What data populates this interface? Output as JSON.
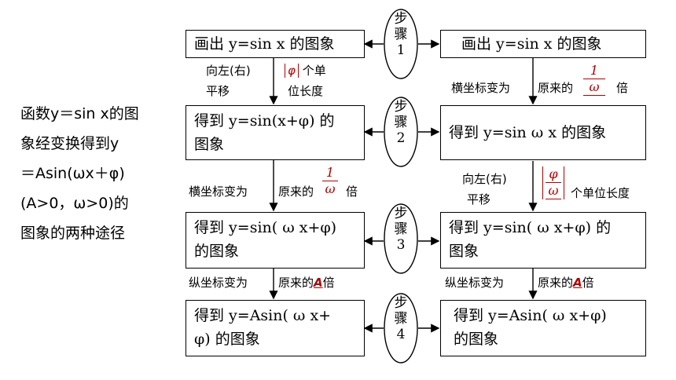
{
  "side": {
    "lines": [
      "函数y＝sin x的图",
      "象经变换得到y",
      "＝Asin(ωx＋φ)",
      "(A>0，ω>0)的",
      "图象的两种途径"
    ]
  },
  "left": {
    "box1": "画出 y=sin x 的图象",
    "box2_l1": "得到 y=sin(x+φ) 的",
    "box2_l2": "图象",
    "box3_l1": "得到 y=sin( ω x+φ)",
    "box3_l2": "的图象",
    "box4_l1": "得到 y=Asin( ω x+",
    "box4_l2": "φ) 的图象",
    "t1_a": "向左(右)",
    "t1_b": "平移",
    "t1_abs": "φ",
    "t1_c": "个单",
    "t1_d": "位长度",
    "t2_a": "横坐标变为",
    "t2_b": "原来的",
    "t2_num": "1",
    "t2_den": "ω",
    "t2_c": "倍",
    "t3_a": "纵坐标变为",
    "t3_b": "原来的",
    "t3_A": "A",
    "t3_c": "倍"
  },
  "right": {
    "box1": "画出 y=sin x 的图象",
    "box2": "得到 y=sin  ω x 的图象",
    "box3_l1": "得到 y=sin( ω x+φ) 的",
    "box3_l2": "图象",
    "box4_l1": "得到 y=Asin( ω x+φ)",
    "box4_l2": "的图象",
    "t1_a": "横坐标变为",
    "t1_b": "原来的",
    "t1_num": "1",
    "t1_den": "ω",
    "t1_c": "倍",
    "t2_a": "向左(右)",
    "t2_b": "平移",
    "t2_num": "φ",
    "t2_den": "ω",
    "t2_c": "个单位长度",
    "t3_a": "纵坐标变为",
    "t3_b": "原来的",
    "t3_A": "A",
    "t3_c": "倍"
  },
  "steps": [
    {
      "a": "步",
      "b": "骤",
      "n": "1"
    },
    {
      "a": "步",
      "b": "骤",
      "n": "2"
    },
    {
      "a": "步",
      "b": "骤",
      "n": "3"
    },
    {
      "a": "步",
      "b": "骤",
      "n": "4"
    }
  ]
}
